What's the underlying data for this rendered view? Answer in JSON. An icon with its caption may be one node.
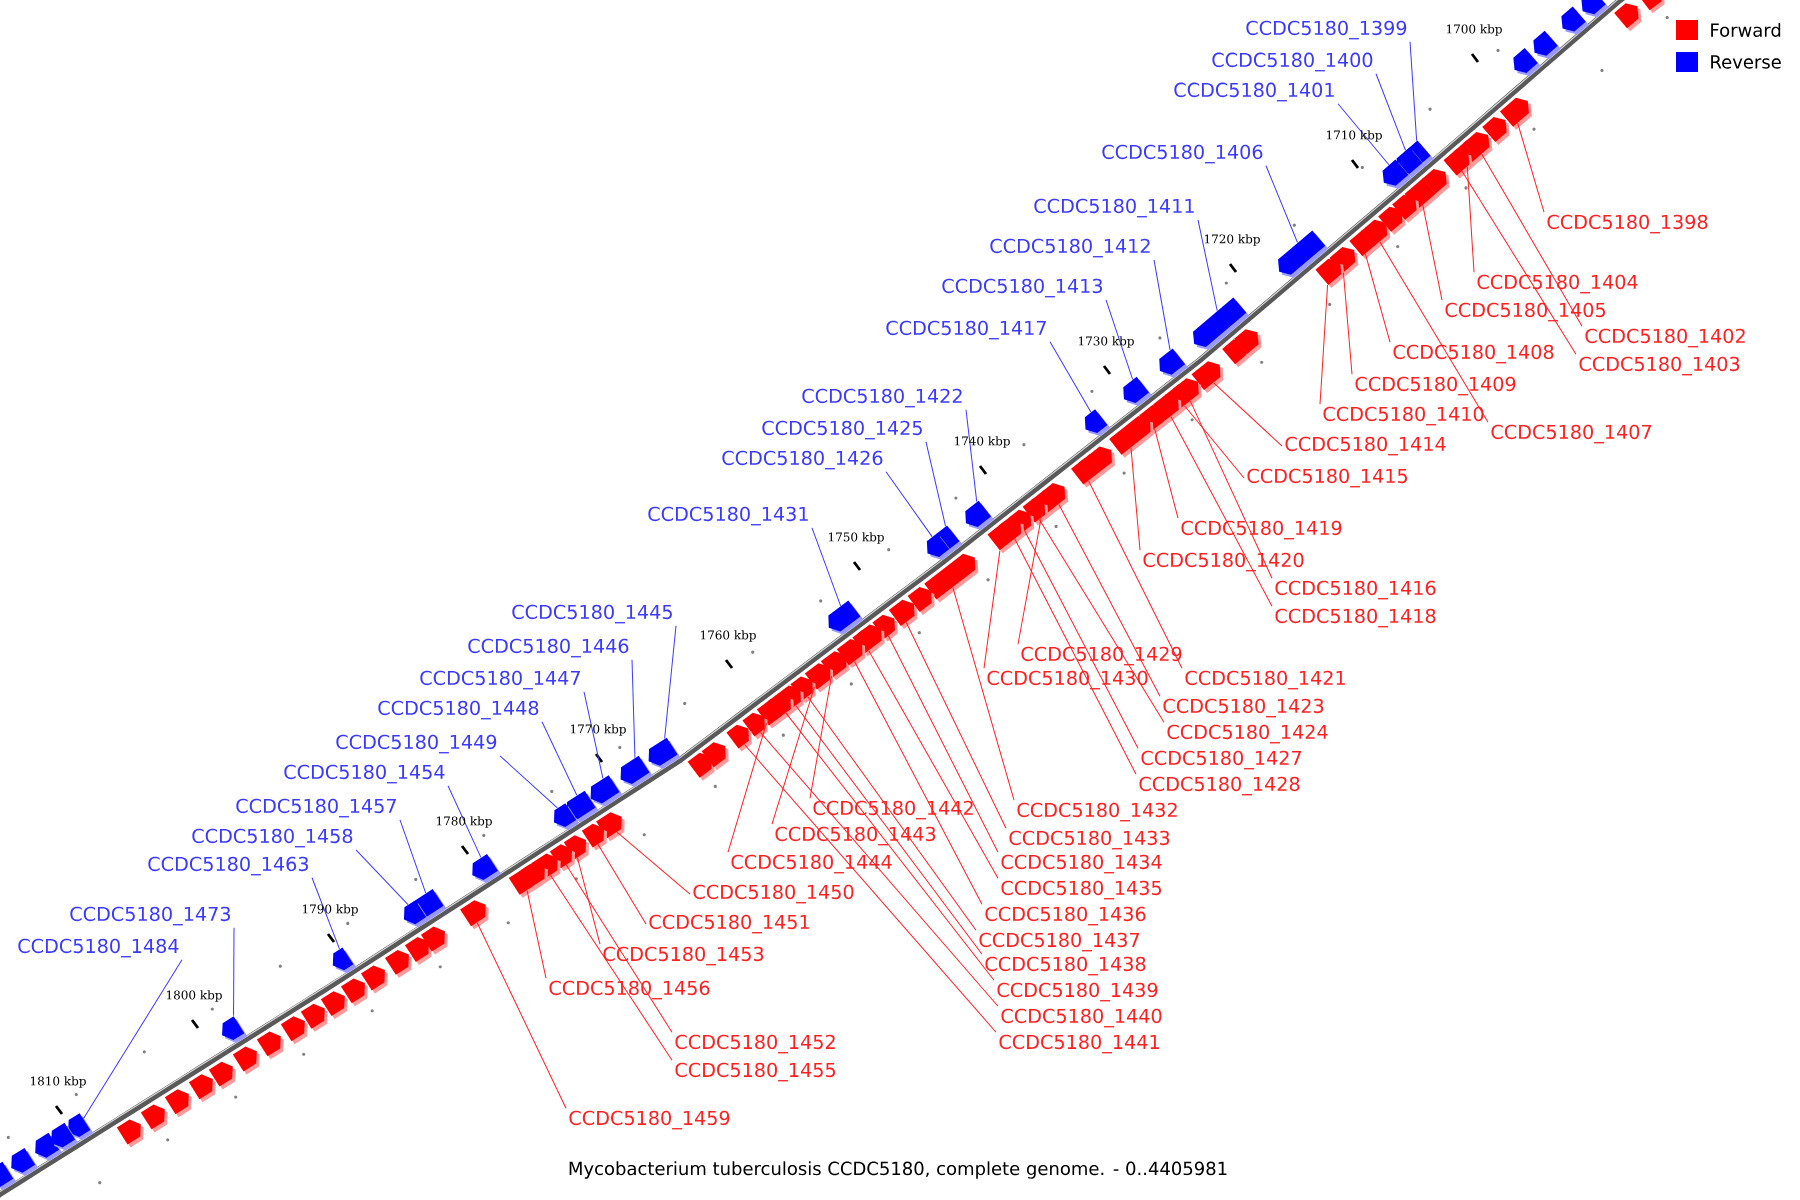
{
  "diagram": {
    "caption": "Mycobacterium tuberculosis CCDC5180, complete genome. - 0..4405981",
    "nodes": [
      {
        "text": [
          "CCDC5180_1399"
        ]
      },
      {
        "text": [
          "CCDC5180_1400"
        ]
      },
      {
        "text": [
          "CCDC5180_1401"
        ]
      },
      {
        "text": [
          "CCDC5180_1406"
        ]
      },
      {
        "text": [
          "CCDC5180_1411"
        ]
      },
      {
        "text": [
          "CCDC5180_1412"
        ]
      },
      {
        "text": [
          "CCDC5180_1413"
        ]
      },
      {
        "text": [
          "CCDC5180_1417"
        ]
      },
      {
        "text": [
          "CCDC5180_1422"
        ]
      },
      {
        "text": [
          "CCDC5180_1425"
        ]
      },
      {
        "text": [
          "CCDC5180_1426"
        ]
      },
      {
        "text": [
          "CCDC5180_1431"
        ]
      },
      {
        "text": [
          "CCDC5180_1445"
        ]
      },
      {
        "text": [
          "CCDC5180_1446"
        ]
      },
      {
        "text": [
          "CCDC5180_1447"
        ]
      },
      {
        "text": [
          "CCDC5180_1448"
        ]
      },
      {
        "text": [
          "CCDC5180_1449"
        ]
      },
      {
        "text": [
          "CCDC5180_1454"
        ]
      },
      {
        "text": [
          "CCDC5180_1457"
        ]
      },
      {
        "text": [
          "CCDC5180_1458"
        ]
      },
      {
        "text": [
          "CCDC5180_1463"
        ]
      },
      {
        "text": [
          "CCDC5180_1473"
        ]
      },
      {
        "text": [
          "CCDC5180_1484"
        ]
      },
      {
        "text": [
          "CCDC5180_1398"
        ]
      },
      {
        "text": [
          "CCDC5180_1404"
        ]
      },
      {
        "text": [
          "CCDC5180_1405"
        ]
      },
      {
        "text": [
          "CCDC5180_1402"
        ]
      },
      {
        "text": [
          "CCDC5180_1403"
        ]
      },
      {
        "text": [
          "CCDC5180_1408"
        ]
      },
      {
        "text": [
          "CCDC5180_1409"
        ]
      },
      {
        "text": [
          "CCDC5180_1410"
        ]
      },
      {
        "text": [
          "CCDC5180_1407"
        ]
      },
      {
        "text": [
          "CCDC5180_1414"
        ]
      },
      {
        "text": [
          "CCDC5180_1415"
        ]
      },
      {
        "text": [
          "CCDC5180_1419"
        ]
      },
      {
        "text": [
          "CCDC5180_1420"
        ]
      },
      {
        "text": [
          "CCDC5180_1416"
        ]
      },
      {
        "text": [
          "CCDC5180_1418"
        ]
      },
      {
        "text": [
          "CCDC5180_1429"
        ]
      },
      {
        "text": [
          "CCDC5180_1421"
        ]
      },
      {
        "text": [
          "CCDC5180_1430"
        ]
      },
      {
        "text": [
          "CCDC5180_1423"
        ]
      },
      {
        "text": [
          "CCDC5180_1424"
        ]
      },
      {
        "text": [
          "CCDC5180_1427"
        ]
      },
      {
        "text": [
          "CCDC5180_1428"
        ]
      },
      {
        "text": [
          "CCDC5180_1442"
        ]
      },
      {
        "text": [
          "CCDC5180_1432"
        ]
      },
      {
        "text": [
          "CCDC5180_1443"
        ]
      },
      {
        "text": [
          "CCDC5180_1433"
        ]
      },
      {
        "text": [
          "CCDC5180_1444"
        ]
      },
      {
        "text": [
          "CCDC5180_1434"
        ]
      },
      {
        "text": [
          "CCDC5180_1450"
        ]
      },
      {
        "text": [
          "CCDC5180_1435"
        ]
      },
      {
        "text": [
          "CCDC5180_1436"
        ]
      },
      {
        "text": [
          "CCDC5180_1451"
        ]
      },
      {
        "text": [
          "CCDC5180_1437"
        ]
      },
      {
        "text": [
          "CCDC5180_1453"
        ]
      },
      {
        "text": [
          "CCDC5180_1438"
        ]
      },
      {
        "text": [
          "CCDC5180_1439"
        ]
      },
      {
        "text": [
          "CCDC5180_1456"
        ]
      },
      {
        "text": [
          "CCDC5180_1440"
        ]
      },
      {
        "text": [
          "CCDC5180_1452"
        ]
      },
      {
        "text": [
          "CCDC5180_1441"
        ]
      },
      {
        "text": [
          "CCDC5180_1455"
        ]
      },
      {
        "text": [
          "CCDC5180_1459"
        ]
      },
      {
        "text": [],
        "shape": "arrow"
      },
      {
        "text": [],
        "shape": "arrow"
      },
      {
        "text": [],
        "shape": "arrow"
      },
      {
        "text": [],
        "shape": "arrow"
      },
      {
        "text": [],
        "shape": "arrow"
      },
      {
        "text": [],
        "shape": "arrow"
      },
      {
        "text": [],
        "shape": "arrow"
      },
      {
        "text": [],
        "shape": "arrow"
      },
      {
        "text": [],
        "shape": "arrow"
      },
      {
        "text": [],
        "shape": "arrow"
      },
      {
        "text": [],
        "shape": "arrow"
      },
      {
        "text": [],
        "shape": "arrow"
      },
      {
        "text": [],
        "shape": "arrow"
      },
      {
        "text": [],
        "shape": "arrow"
      },
      {
        "text": [],
        "shape": "arrow"
      },
      {
        "text": [],
        "shape": "arrow"
      },
      {
        "text": [],
        "shape": "arrow"
      },
      {
        "text": [],
        "shape": "arrow"
      },
      {
        "text": [],
        "shape": "arrow"
      },
      {
        "text": [],
        "shape": "arrow"
      },
      {
        "text": [],
        "shape": "arrow"
      },
      {
        "text": [],
        "shape": "arrow"
      },
      {
        "text": [],
        "shape": "arrow"
      },
      {
        "text": [],
        "shape": "arrow"
      },
      {
        "text": [],
        "shape": "arrow"
      },
      {
        "text": [],
        "shape": "arrow"
      },
      {
        "text": [],
        "shape": "arrow"
      },
      {
        "text": [],
        "shape": "arrow"
      },
      {
        "text": [],
        "shape": "arrow"
      },
      {
        "text": [],
        "shape": "arrow"
      },
      {
        "text": [],
        "shape": "arrow"
      },
      {
        "text": [],
        "shape": "arrow"
      },
      {
        "text": [],
        "shape": "arrow"
      },
      {
        "text": [],
        "shape": "arrow"
      },
      {
        "text": [],
        "shape": "arrow"
      },
      {
        "text": [],
        "shape": "arrow"
      },
      {
        "text": [],
        "shape": "arrow"
      },
      {
        "text": [],
        "shape": "arrow"
      },
      {
        "text": [],
        "shape": "arrow"
      },
      {
        "text": [],
        "shape": "arrow"
      },
      {
        "text": [],
        "shape": "arrow"
      },
      {
        "text": [],
        "shape": "arrow"
      },
      {
        "text": [],
        "shape": "arrow"
      },
      {
        "text": [],
        "shape": "arrow"
      },
      {
        "text": [],
        "shape": "arrow"
      },
      {
        "text": [],
        "shape": "arrow"
      },
      {
        "text": [],
        "shape": "arrow"
      },
      {
        "text": [],
        "shape": "arrow"
      },
      {
        "text": [],
        "shape": "arrow"
      },
      {
        "text": [],
        "shape": "arrow"
      },
      {
        "text": [],
        "shape": "arrow"
      },
      {
        "text": [],
        "shape": "arrow"
      },
      {
        "text": [],
        "shape": "arrow"
      },
      {
        "text": [],
        "shape": "arrow"
      },
      {
        "text": [],
        "shape": "arrow"
      },
      {
        "text": [],
        "shape": "arrow"
      },
      {
        "text": [],
        "shape": "arrow"
      },
      {
        "text": [],
        "shape": "arrow"
      },
      {
        "text": [],
        "shape": "arrow"
      },
      {
        "text": [],
        "shape": "arrow"
      },
      {
        "text": [],
        "shape": "arrow"
      },
      {
        "text": [],
        "shape": "arrow"
      },
      {
        "text": [],
        "shape": "arrow"
      },
      {
        "text": [],
        "shape": "arrow"
      },
      {
        "text": [],
        "shape": "arrow"
      },
      {
        "text": [],
        "shape": "arrow"
      },
      {
        "text": [],
        "shape": "arrow"
      },
      {
        "text": [],
        "shape": "arrow"
      },
      {
        "text": [],
        "shape": "arrow"
      },
      {
        "text": [],
        "shape": "arrow"
      },
      {
        "text": [],
        "shape": "arrow"
      },
      {
        "text": [],
        "shape": "arrow"
      },
      {
        "text": [],
        "shape": "arrow"
      },
      {
        "text": [],
        "shape": "arrow"
      },
      {
        "text": [],
        "shape": "arrow"
      },
      {
        "text": [],
        "shape": "arrow"
      },
      {
        "text": [],
        "shape": "arrow"
      },
      {
        "text": [],
        "shape": "arrow"
      },
      {
        "text": [],
        "shape": "arrow"
      },
      {
        "text": [],
        "shape": "arrow"
      },
      {
        "text": [],
        "shape": "arrow"
      },
      {
        "text": [],
        "shape": "arrow"
      },
      {
        "text": [],
        "shape": "arrow"
      },
      {
        "text": [],
        "shape": "arrow"
      },
      {
        "text": [],
        "shape": "arrow"
      },
      {
        "text": [],
        "shape": "arrow"
      },
      {
        "text": [],
        "shape": "arrow"
      },
      {
        "text": [],
        "shape": "arrow"
      },
      {
        "text": [],
        "shape": "arrow"
      },
      {
        "text": [],
        "shape": "arrow"
      },
      {
        "text": [],
        "shape": "arrow"
      },
      {
        "text": [],
        "shape": "arrow"
      },
      {
        "text": [],
        "shape": "arrow"
      },
      {
        "text": [],
        "shape": "arrow"
      },
      {
        "text": [],
        "shape": "arrow"
      },
      {
        "text": [],
        "shape": "arrow"
      },
      {
        "text": [],
        "shape": "arrow"
      },
      {
        "text": [],
        "shape": "arrow"
      },
      {
        "text": [],
        "shape": "arrow"
      },
      {
        "text": [],
        "shape": "arrow"
      },
      {
        "text": [],
        "shape": "arrow"
      },
      {
        "text": [],
        "shape": "arrow"
      },
      {
        "text": [],
        "shape": "arrow"
      }
    ],
    "edges": [
      {
        "from": 0,
        "to": 65,
        "arrow": "none",
        "color": "#3a3aff"
      },
      {
        "from": 1,
        "to": 66,
        "arrow": "none",
        "color": "#3a3aff"
      },
      {
        "from": 2,
        "to": 67,
        "arrow": "none",
        "color": "#3a3aff"
      },
      {
        "from": 3,
        "to": 68,
        "arrow": "none",
        "color": "#3a3aff"
      },
      {
        "from": 4,
        "to": 69,
        "arrow": "none",
        "color": "#3a3aff"
      },
      {
        "from": 5,
        "to": 70,
        "arrow": "none",
        "color": "#3a3aff"
      },
      {
        "from": 6,
        "to": 71,
        "arrow": "none",
        "color": "#3a3aff"
      },
      {
        "from": 7,
        "to": 72,
        "arrow": "none",
        "color": "#3a3aff"
      },
      {
        "from": 8,
        "to": 73,
        "arrow": "none",
        "color": "#3a3aff"
      },
      {
        "from": 9,
        "to": 74,
        "arrow": "none",
        "color": "#3a3aff"
      },
      {
        "from": 10,
        "to": 75,
        "arrow": "none",
        "color": "#3a3aff"
      },
      {
        "from": 11,
        "to": 76,
        "arrow": "none",
        "color": "#3a3aff"
      },
      {
        "from": 12,
        "to": 77,
        "arrow": "none",
        "color": "#3a3aff"
      },
      {
        "from": 13,
        "to": 78,
        "arrow": "none",
        "color": "#3a3aff"
      },
      {
        "from": 14,
        "to": 79,
        "arrow": "none",
        "color": "#3a3aff"
      },
      {
        "from": 15,
        "to": 80,
        "arrow": "none",
        "color": "#3a3aff"
      },
      {
        "from": 16,
        "to": 81,
        "arrow": "none",
        "color": "#3a3aff"
      },
      {
        "from": 17,
        "to": 82,
        "arrow": "none",
        "color": "#3a3aff"
      },
      {
        "from": 18,
        "to": 83,
        "arrow": "none",
        "color": "#3a3aff"
      },
      {
        "from": 19,
        "to": 84,
        "arrow": "none",
        "color": "#3a3aff"
      },
      {
        "from": 20,
        "to": 85,
        "arrow": "none",
        "color": "#3a3aff"
      },
      {
        "from": 21,
        "to": 86,
        "arrow": "none",
        "color": "#3a3aff"
      },
      {
        "from": 22,
        "to": 87,
        "arrow": "none",
        "color": "#3a3aff"
      },
      {
        "from": 23,
        "to": 88,
        "arrow": "none"
      },
      {
        "from": 24,
        "to": 89,
        "arrow": "none"
      },
      {
        "from": 25,
        "to": 90,
        "arrow": "none"
      },
      {
        "from": 26,
        "to": 91,
        "arrow": "none"
      },
      {
        "from": 27,
        "to": 92,
        "arrow": "none"
      },
      {
        "from": 28,
        "to": 93,
        "arrow": "none"
      },
      {
        "from": 29,
        "to": 94,
        "arrow": "none"
      },
      {
        "from": 30,
        "to": 95,
        "arrow": "none"
      },
      {
        "from": 31,
        "to": 96,
        "arrow": "none"
      },
      {
        "from": 32,
        "to": 97,
        "arrow": "none"
      },
      {
        "from": 33,
        "to": 98,
        "arrow": "none"
      },
      {
        "from": 34,
        "to": 99,
        "arrow": "none"
      },
      {
        "from": 35,
        "to": 100,
        "arrow": "none"
      },
      {
        "from": 36,
        "to": 101,
        "arrow": "none"
      },
      {
        "from": 37,
        "to": 102,
        "arrow": "none"
      },
      {
        "from": 38,
        "to": 103,
        "arrow": "none"
      },
      {
        "from": 39,
        "to": 104,
        "arrow": "none"
      },
      {
        "from": 40,
        "to": 105,
        "arrow": "none"
      },
      {
        "from": 41,
        "to": 106,
        "arrow": "none"
      },
      {
        "from": 42,
        "to": 107,
        "arrow": "none"
      },
      {
        "from": 43,
        "to": 108,
        "arrow": "none"
      },
      {
        "from": 44,
        "to": 109,
        "arrow": "none"
      },
      {
        "from": 45,
        "to": 110,
        "arrow": "none"
      },
      {
        "from": 46,
        "to": 111,
        "arrow": "none"
      },
      {
        "from": 47,
        "to": 112,
        "arrow": "none"
      },
      {
        "from": 48,
        "to": 113,
        "arrow": "none"
      },
      {
        "from": 49,
        "to": 114,
        "arrow": "none"
      },
      {
        "from": 50,
        "to": 115,
        "arrow": "none"
      },
      {
        "from": 51,
        "to": 116,
        "arrow": "none"
      },
      {
        "from": 52,
        "to": 117,
        "arrow": "none"
      },
      {
        "from": 53,
        "to": 118,
        "arrow": "none"
      },
      {
        "from": 54,
        "to": 119,
        "arrow": "none"
      },
      {
        "from": 55,
        "to": 120,
        "arrow": "none"
      },
      {
        "from": 56,
        "to": 121,
        "arrow": "none"
      },
      {
        "from": 57,
        "to": 122,
        "arrow": "none"
      },
      {
        "from": 58,
        "to": 123,
        "arrow": "none"
      },
      {
        "from": 59,
        "to": 124,
        "arrow": "none"
      },
      {
        "from": 60,
        "to": 125,
        "arrow": "none"
      },
      {
        "from": 61,
        "to": 126,
        "arrow": "none"
      },
      {
        "from": 62,
        "to": 127,
        "arrow": "none"
      },
      {
        "from": 63,
        "to": 128,
        "arrow": "none"
      },
      {
        "from": 64,
        "to": 129,
        "arrow": "none"
      }
    ],
    "labels": [
      "1700 kbp",
      "1710 kbp",
      "1720 kbp",
      "1730 kbp",
      "1740 kbp",
      "1750 kbp",
      "1760 kbp",
      "1770 kbp",
      "1780 kbp",
      "1790 kbp",
      "1800 kbp",
      "1810 kbp"
    ],
    "legend": [
      {
        "text": "Forward",
        "color": "#ff0000"
      },
      {
        "text": "Reverse",
        "color": "#0000ff"
      }
    ]
  }
}
